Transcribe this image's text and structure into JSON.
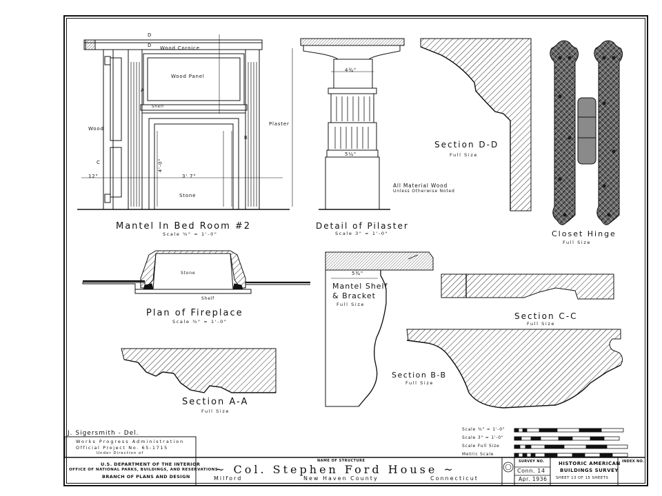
{
  "labels": {
    "mantel_title": "Mantel In Bed Room #2",
    "mantel_scale": "Scale ¾\" = 1'-0\"",
    "wood_cornice": "Wood Cornice",
    "wood_panel": "Wood Panel",
    "shelf": "Shelf",
    "plaster": "Plaster",
    "wood": "Wood",
    "stone": "Stone",
    "pilaster_title": "Detail of Pilaster",
    "pilaster_scale": "Scale 3\" = 1'-0\"",
    "section_dd": "Section D-D",
    "full_size": "Full Size",
    "material_note_1": "All Material Wood",
    "material_note_2": "Unless Otherwise Noted",
    "closet_hinge": "Closet Hinge",
    "plan_fireplace": "Plan of Fireplace",
    "plan_scale": "Scale ¾\" = 1'-0\"",
    "mantel_shelf": "Mantel Shelf",
    "bracket": "& Bracket",
    "section_cc": "Section C-C",
    "section_bb": "Section B-B",
    "section_aa": "Section A-A",
    "dim_3_7": "3' 7\"",
    "dim_4_0": "4'-0\"",
    "dim_4_3_4": "4¾\"",
    "dim_5_1_4": "5¼\"",
    "dim_5_3_4": "5¾\"",
    "dim_12": "12\"",
    "mark_a": "A",
    "mark_b": "B",
    "mark_c": "C",
    "mark_d": "D"
  },
  "scales": {
    "s1": "Scale ¾\" = 1'-0\"",
    "s2": "Scale 3\" = 1'-0\"",
    "s3": "Scale Full Size",
    "s4": "Metric Scale"
  },
  "title_block": {
    "delineator": "J. Sigersmith - Del.",
    "wpa_line1": "Works Progress Administration",
    "wpa_line2": "Official Project No. 65-1715",
    "wpa_line3": "Under Direction of",
    "dept_line1": "U.S. DEPARTMENT OF THE INTERIOR",
    "dept_line2": "OFFICE OF NATIONAL PARKS, BUILDINGS, AND RESERVATIONS",
    "dept_line3": "BRANCH OF PLANS AND DESIGN",
    "name_caption": "NAME OF STRUCTURE",
    "structure_name": "~ Col. Stephen Ford House ~",
    "location_town": "Milford",
    "location_county": "New Haven County",
    "location_state": "Connecticut",
    "survey_no_label": "SURVEY NO.",
    "survey_no": "Conn. 14",
    "date": "Apr. 1936",
    "habs_line1": "HISTORIC AMERICAN",
    "habs_line2": "BUILDINGS SURVEY",
    "sheet_info": "SHEET 13 OF 15 SHEETS",
    "index_label": "INDEX NO."
  }
}
